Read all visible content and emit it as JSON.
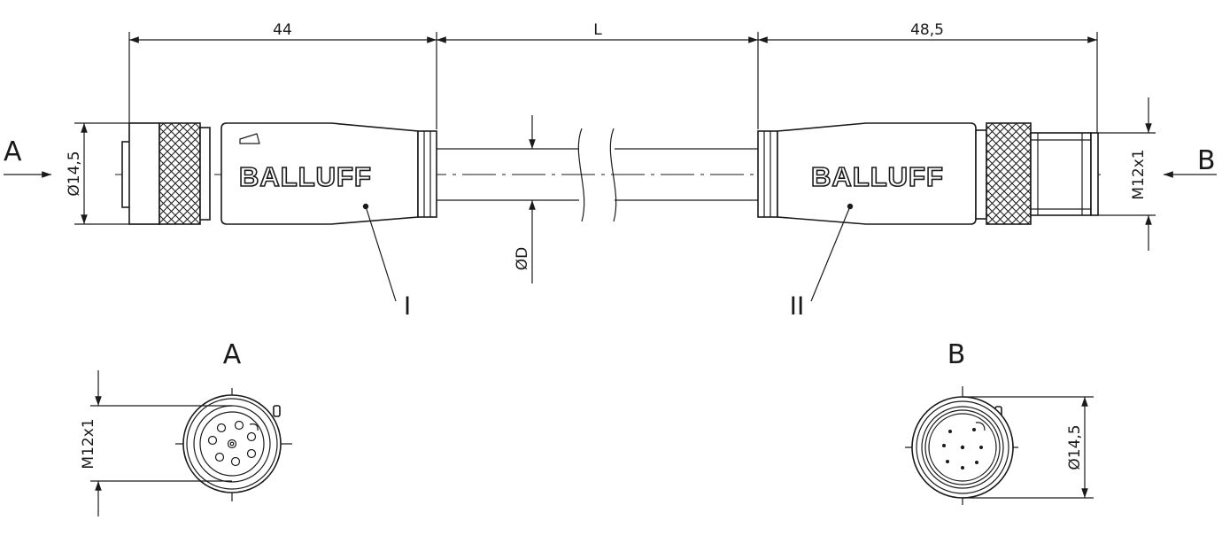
{
  "dimensions": {
    "length_left": "44",
    "length_cable": "L",
    "length_right": "48,5",
    "diameter_left": "Ø14,5",
    "thread_right": "M12x1",
    "cable_diameter": "ØD",
    "front_thread": "M12x1",
    "front_diameter": "Ø14,5"
  },
  "views": {
    "arrow_left": "A",
    "arrow_right": "B",
    "view_a_title": "A",
    "view_b_title": "B"
  },
  "callouts": {
    "part_one": "I",
    "part_two": "II"
  },
  "brand": {
    "left": "BALLUFF",
    "right": "BALLUFF"
  }
}
